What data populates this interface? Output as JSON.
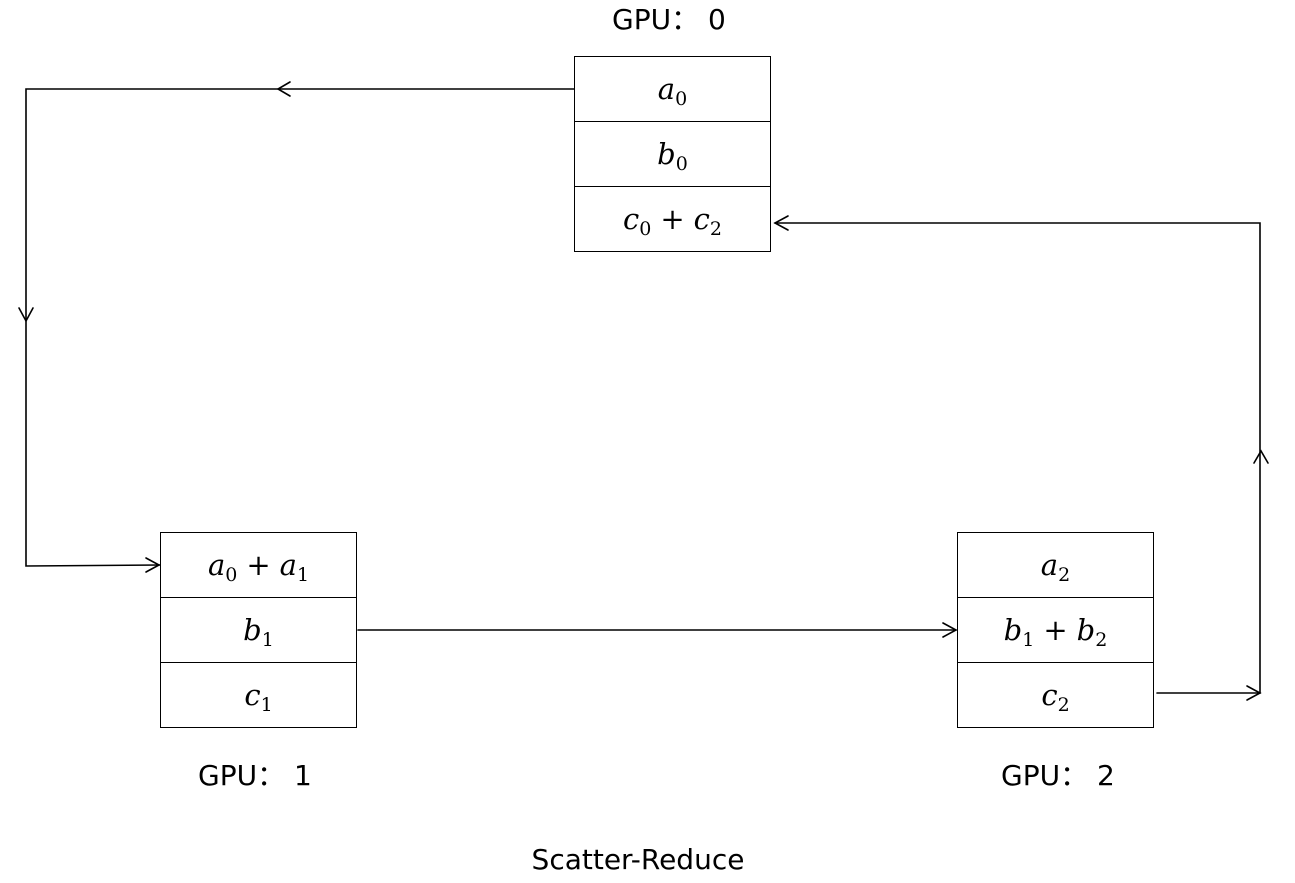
{
  "diagram": {
    "caption": "Scatter-Reduce",
    "gpus": [
      {
        "label": "GPU： 0",
        "cells": [
          {
            "terms": [
              {
                "v": "a",
                "s": "0"
              }
            ]
          },
          {
            "terms": [
              {
                "v": "b",
                "s": "0"
              }
            ]
          },
          {
            "terms": [
              {
                "v": "c",
                "s": "0"
              },
              {
                "v": "c",
                "s": "2"
              }
            ]
          }
        ]
      },
      {
        "label": "GPU： 1",
        "cells": [
          {
            "terms": [
              {
                "v": "a",
                "s": "0"
              },
              {
                "v": "a",
                "s": "1"
              }
            ]
          },
          {
            "terms": [
              {
                "v": "b",
                "s": "1"
              }
            ]
          },
          {
            "terms": [
              {
                "v": "c",
                "s": "1"
              }
            ]
          }
        ]
      },
      {
        "label": "GPU： 2",
        "cells": [
          {
            "terms": [
              {
                "v": "a",
                "s": "2"
              }
            ]
          },
          {
            "terms": [
              {
                "v": "b",
                "s": "1"
              },
              {
                "v": "b",
                "s": "2"
              }
            ]
          },
          {
            "terms": [
              {
                "v": "c",
                "s": "2"
              }
            ]
          }
        ]
      }
    ],
    "operator": "+",
    "links": [
      {
        "from": "gpu-0.a",
        "to": "gpu-1.a"
      },
      {
        "from": "gpu-1.b",
        "to": "gpu-2.b"
      },
      {
        "from": "gpu-2.c",
        "to": "gpu-0.c"
      }
    ]
  }
}
